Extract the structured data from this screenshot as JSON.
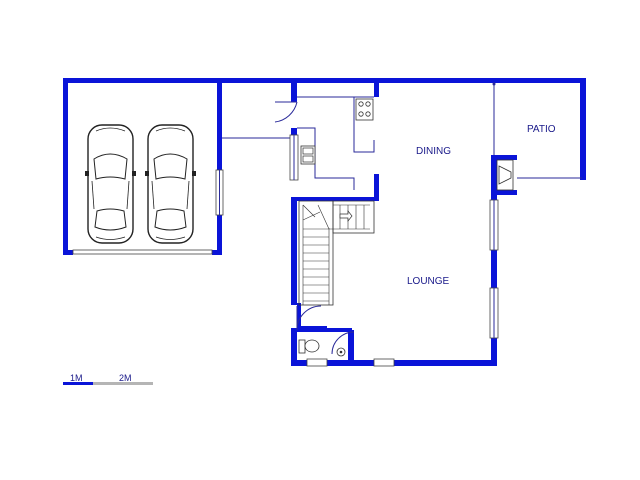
{
  "rooms": {
    "dining": "DINING",
    "patio": "PATIO",
    "lounge": "LOUNGE"
  },
  "scale": {
    "mark_1": "1M",
    "mark_2": "2M"
  },
  "colors": {
    "wall": "#0a14d8",
    "line": "#2a2a9a",
    "label": "#1a1a8a"
  }
}
